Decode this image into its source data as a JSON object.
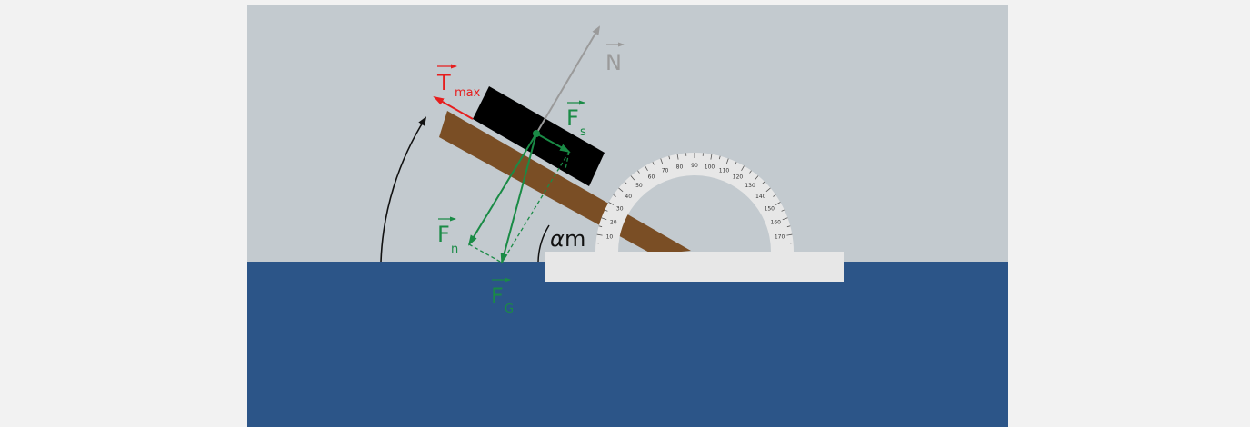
{
  "colors": {
    "page_bg": "#f2f2f2",
    "sky": "#c3cacf",
    "ground": "#2c5588",
    "board": "#7a4e25",
    "block": "#000000",
    "protractor": "#e7e7e7",
    "force_green": "#1a8b46",
    "normal_gray": "#9a9a9a",
    "tension_red": "#e61e1e",
    "angle_arc": "#111111"
  },
  "labels": {
    "normal": "N",
    "tension_main": "T",
    "tension_sub": "max",
    "static_main": "F",
    "static_sub": "s",
    "normal_comp_main": "F",
    "normal_comp_sub": "n",
    "gravity_main": "F",
    "gravity_sub": "G",
    "angle_symbol": "α",
    "angle_unit": "m"
  },
  "protractor": {
    "ticks": [
      "10",
      "20",
      "30",
      "40",
      "50",
      "60",
      "70",
      "80",
      "90",
      "100",
      "110",
      "120",
      "130",
      "140",
      "150",
      "160",
      "170"
    ]
  },
  "icons": {
    "vector_arrow": "arrow-overline"
  }
}
